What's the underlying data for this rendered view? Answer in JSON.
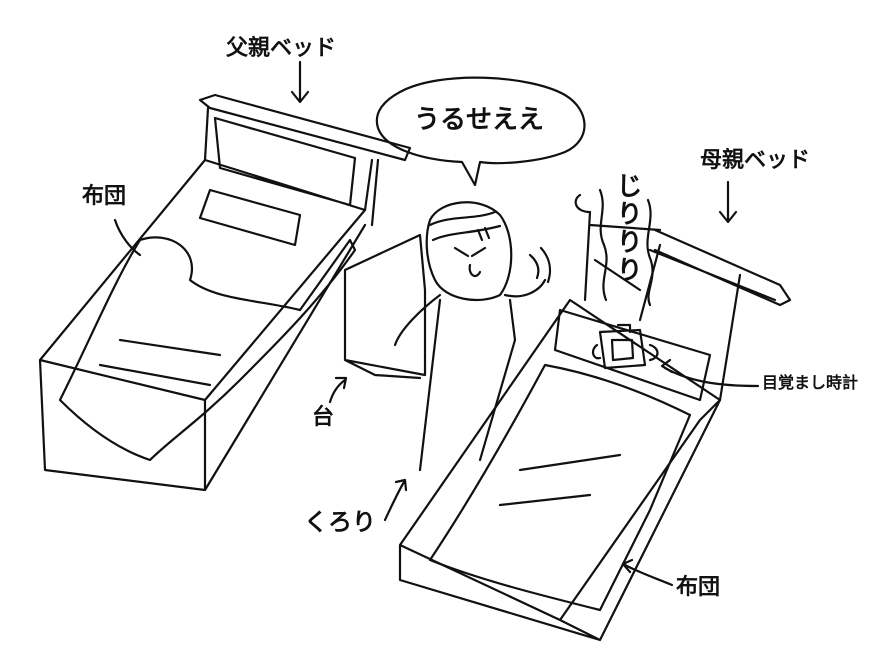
{
  "labels": {
    "father_bed": "父親ベッド",
    "shout": "うるせええ",
    "mother_bed": "母親ベッド",
    "futon_left": "布団",
    "alarm_sound": "じりりり",
    "alarm_clock": "目覚まし時計",
    "stand": "台",
    "rolling": "くろり",
    "futon_right": "布団"
  }
}
